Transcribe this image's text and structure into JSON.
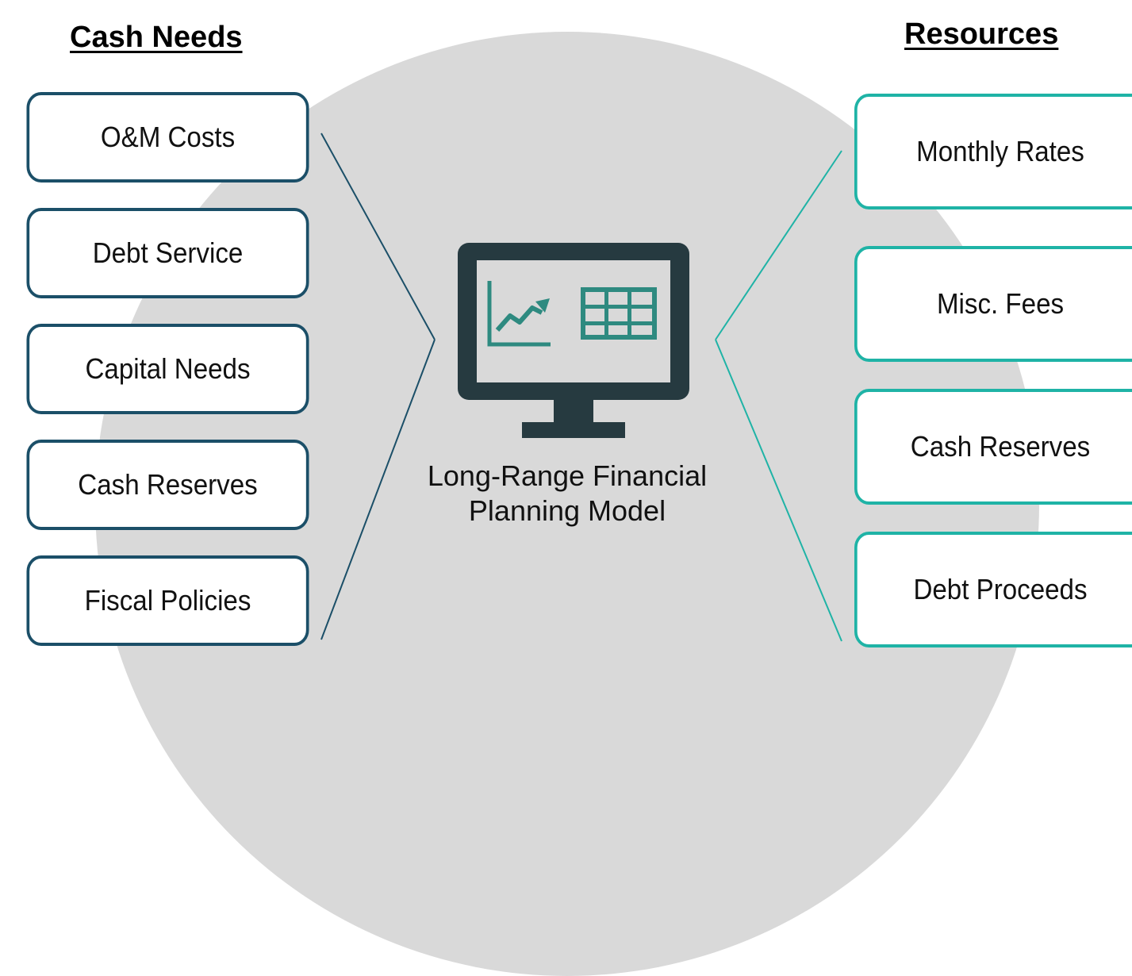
{
  "headings": {
    "left": "Cash Needs",
    "right": "Resources"
  },
  "cash_needs": [
    "O&M Costs",
    "Debt Service",
    "Capital Needs",
    "Cash Reserves",
    "Fiscal Policies"
  ],
  "resources": [
    "Monthly Rates",
    "Misc. Fees",
    "Cash Reserves",
    "Debt Proceeds"
  ],
  "center": {
    "line1": "Long-Range Financial",
    "line2": "Planning Model",
    "icon": "computer-monitor-chart-table-icon"
  },
  "colors": {
    "needs_border": "#1b4f68",
    "resources_border": "#1fb3a6",
    "monitor": "#263a40",
    "icon_accent": "#2e8a80",
    "background_circle": "#d9d9d9"
  }
}
